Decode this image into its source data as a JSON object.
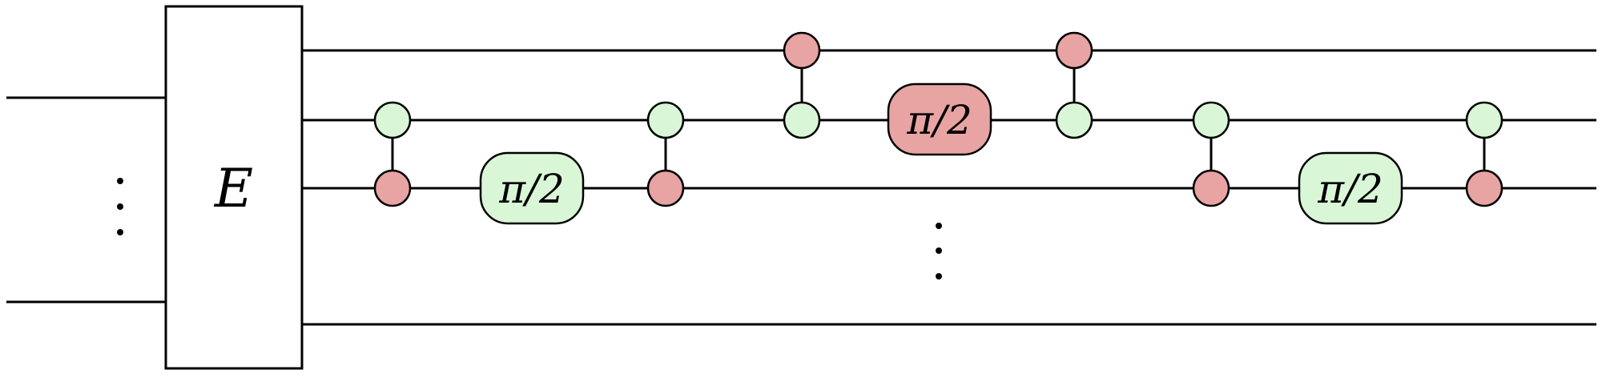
{
  "colors": {
    "green_spider": "#d9f7d6",
    "red_spider": "#e8a3a3",
    "wire": "#000000"
  },
  "diagram": {
    "encoder_label": "E",
    "phase_labels": {
      "p1": "π/2",
      "p2": "π/2",
      "p3": "π/2"
    }
  }
}
